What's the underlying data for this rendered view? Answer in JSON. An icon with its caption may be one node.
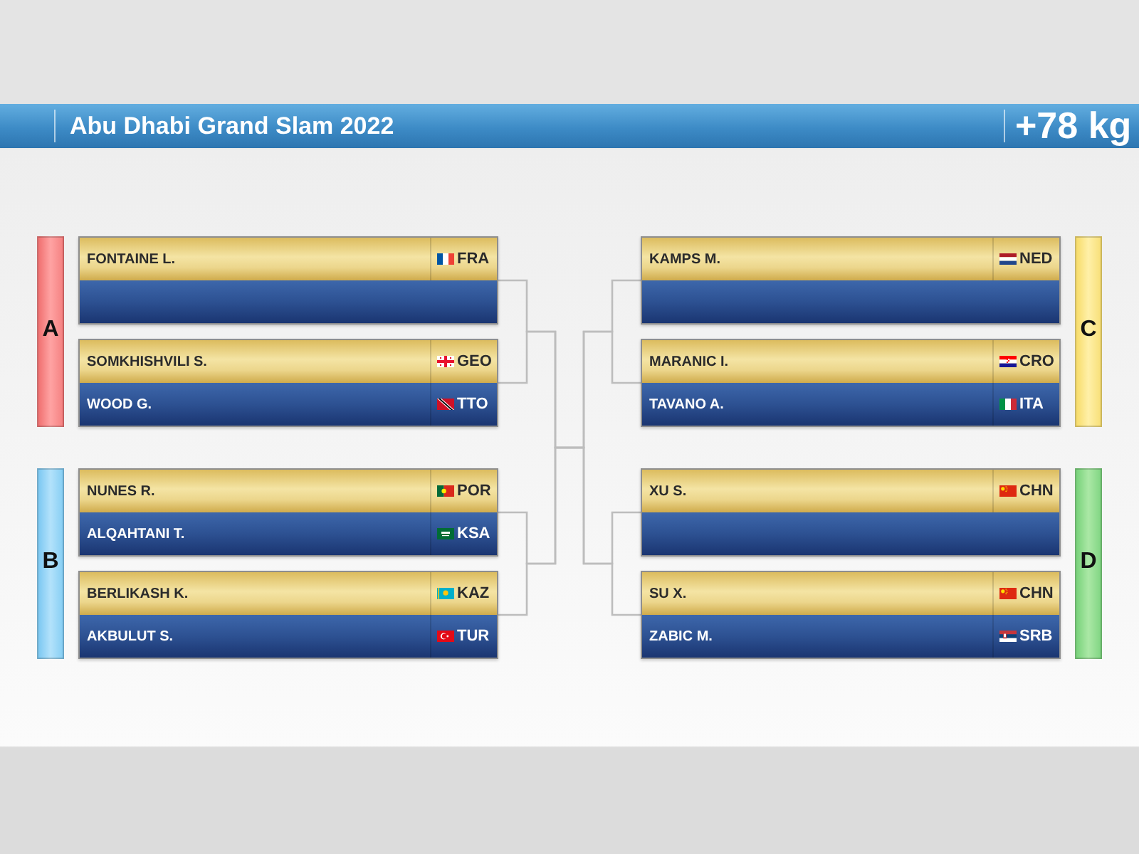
{
  "diagram": {
    "title": "Abu Dhabi Grand Slam 2022",
    "nodes": [
      {
        "text": [
          "A"
        ]
      },
      {
        "text": [],
        "shape": "box"
      },
      {
        "text": [
          "FONTAINE L.",
          "FRA"
        ],
        "in": 1
      },
      {
        "text": [],
        "shape": "bar",
        "in": 1
      },
      {
        "text": [],
        "shape": "box"
      },
      {
        "text": [
          "SOMKHISHVILI S.",
          "GEO"
        ],
        "in": 4
      },
      {
        "text": [
          "WOOD G.",
          "TTO"
        ],
        "in": 4
      },
      {
        "text": [
          "B"
        ]
      },
      {
        "text": [],
        "shape": "box"
      },
      {
        "text": [
          "NUNES R.",
          "POR"
        ],
        "in": 8
      },
      {
        "text": [
          "ALQAHTANI T.",
          "KSA"
        ],
        "in": 8
      },
      {
        "text": [],
        "shape": "box"
      },
      {
        "text": [
          "BERLIKASH K.",
          "KAZ"
        ],
        "in": 11
      },
      {
        "text": [
          "AKBULUT S.",
          "TUR"
        ],
        "in": 11
      },
      {
        "text": [],
        "shape": "box"
      },
      {
        "text": [
          "KAMPS M.",
          "NED"
        ],
        "in": 14
      },
      {
        "text": [],
        "shape": "bar",
        "in": 14
      },
      {
        "text": [],
        "shape": "box"
      },
      {
        "text": [
          "MARANIC I.",
          "CRO"
        ],
        "in": 17
      },
      {
        "text": [
          "TAVANO A.",
          "ITA"
        ],
        "in": 17
      },
      {
        "text": [
          "C"
        ]
      },
      {
        "text": [],
        "shape": "box"
      },
      {
        "text": [
          "XU S.",
          "CHN"
        ],
        "in": 21
      },
      {
        "text": [],
        "shape": "bar",
        "in": 21
      },
      {
        "text": [],
        "shape": "box"
      },
      {
        "text": [
          "SU X.",
          "CHN"
        ],
        "in": 24
      },
      {
        "text": [
          "ZABIC M.",
          "SRB"
        ],
        "in": 24
      },
      {
        "text": [
          "D"
        ]
      }
    ],
    "edges": [
      {
        "from": 1,
        "to": null,
        "arrow": "none"
      },
      {
        "from": 4,
        "to": null,
        "arrow": "none"
      },
      {
        "from": 8,
        "to": null,
        "arrow": "none"
      },
      {
        "from": 11,
        "to": null,
        "arrow": "none"
      },
      {
        "from": 14,
        "to": null,
        "arrow": "none"
      },
      {
        "from": 17,
        "to": null,
        "arrow": "none"
      },
      {
        "from": 21,
        "to": null,
        "arrow": "none"
      },
      {
        "from": 24,
        "to": null,
        "arrow": "none"
      }
    ],
    "labels": [
      "+78 kg"
    ]
  }
}
